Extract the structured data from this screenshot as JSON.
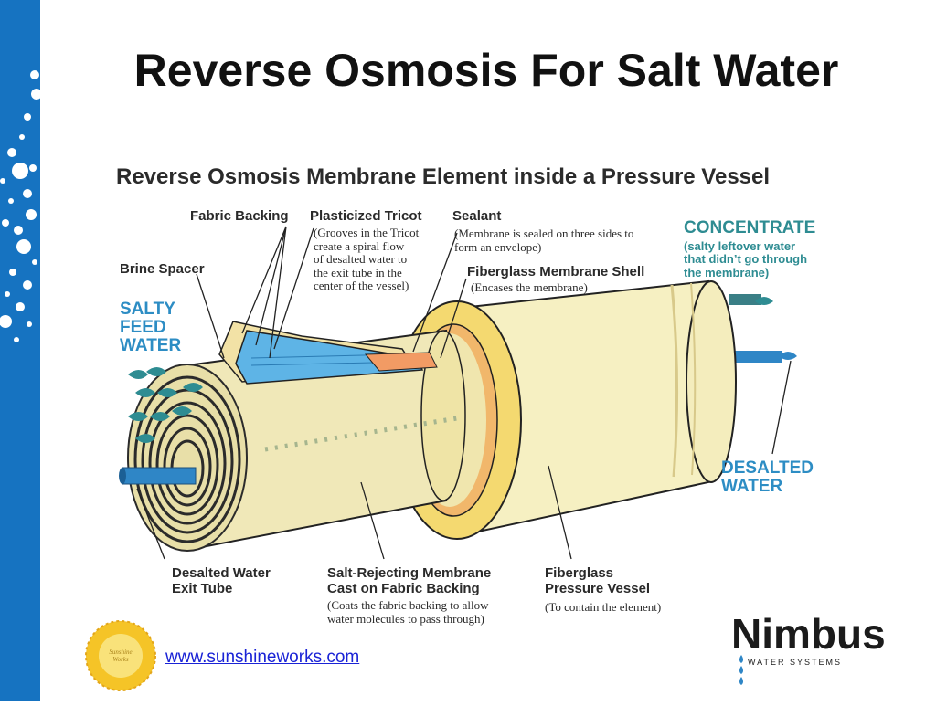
{
  "slide": {
    "title": "Reverse Osmosis For Salt Water"
  },
  "diagram": {
    "heading": "Reverse Osmosis Membrane Element inside a Pressure Vessel",
    "labels": {
      "fabric_backing": "Fabric Backing",
      "plasticized_tricot": "Plasticized Tricot",
      "plasticized_tricot_note": [
        "(Grooves in the Tricot",
        "create a spiral flow",
        "of desalted water to",
        "the exit tube in the",
        "center of the vessel)"
      ],
      "sealant": "Sealant",
      "sealant_note": [
        "(Membrane is sealed on three sides to",
        "form an envelope)"
      ],
      "brine_spacer": "Brine Spacer",
      "fiberglass_membrane_shell": "Fiberglass Membrane Shell",
      "fiberglass_membrane_shell_note": "(Encases the membrane)",
      "salty_feed_water": [
        "SALTY",
        "FEED",
        "WATER"
      ],
      "concentrate": "CONCENTRATE",
      "concentrate_note": [
        "(salty leftover water",
        "that didn’t go through",
        "the membrane)"
      ],
      "desalted_water": [
        "DESALTED",
        "WATER"
      ],
      "desalted_exit_tube": [
        "Desalted Water",
        "Exit Tube"
      ],
      "salt_rejecting_membrane": [
        "Salt-Rejecting Membrane",
        "Cast on Fabric Backing"
      ],
      "salt_rejecting_membrane_note": [
        "(Coats the fabric backing to allow",
        "water molecules to pass through)"
      ],
      "pressure_vessel": [
        "Fiberglass",
        "Pressure Vessel"
      ],
      "pressure_vessel_note": "(To contain the element)"
    }
  },
  "footer": {
    "website": "www.sunshineworks.com",
    "sun_logo_text": [
      "Sunshine",
      "Works"
    ],
    "brand_name": "Nimbus",
    "brand_tagline": "WATER SYSTEMS"
  },
  "colors": {
    "left_bar": "#1673c1",
    "label_blue": "#2d8dc4",
    "label_teal": "#2e8c92",
    "vessel_cream": "#f6f0c2",
    "ring_yellow": "#f4d970",
    "link": "#1a23d6"
  },
  "icons": [
    "sun-logo-icon",
    "water-drop-icon"
  ]
}
